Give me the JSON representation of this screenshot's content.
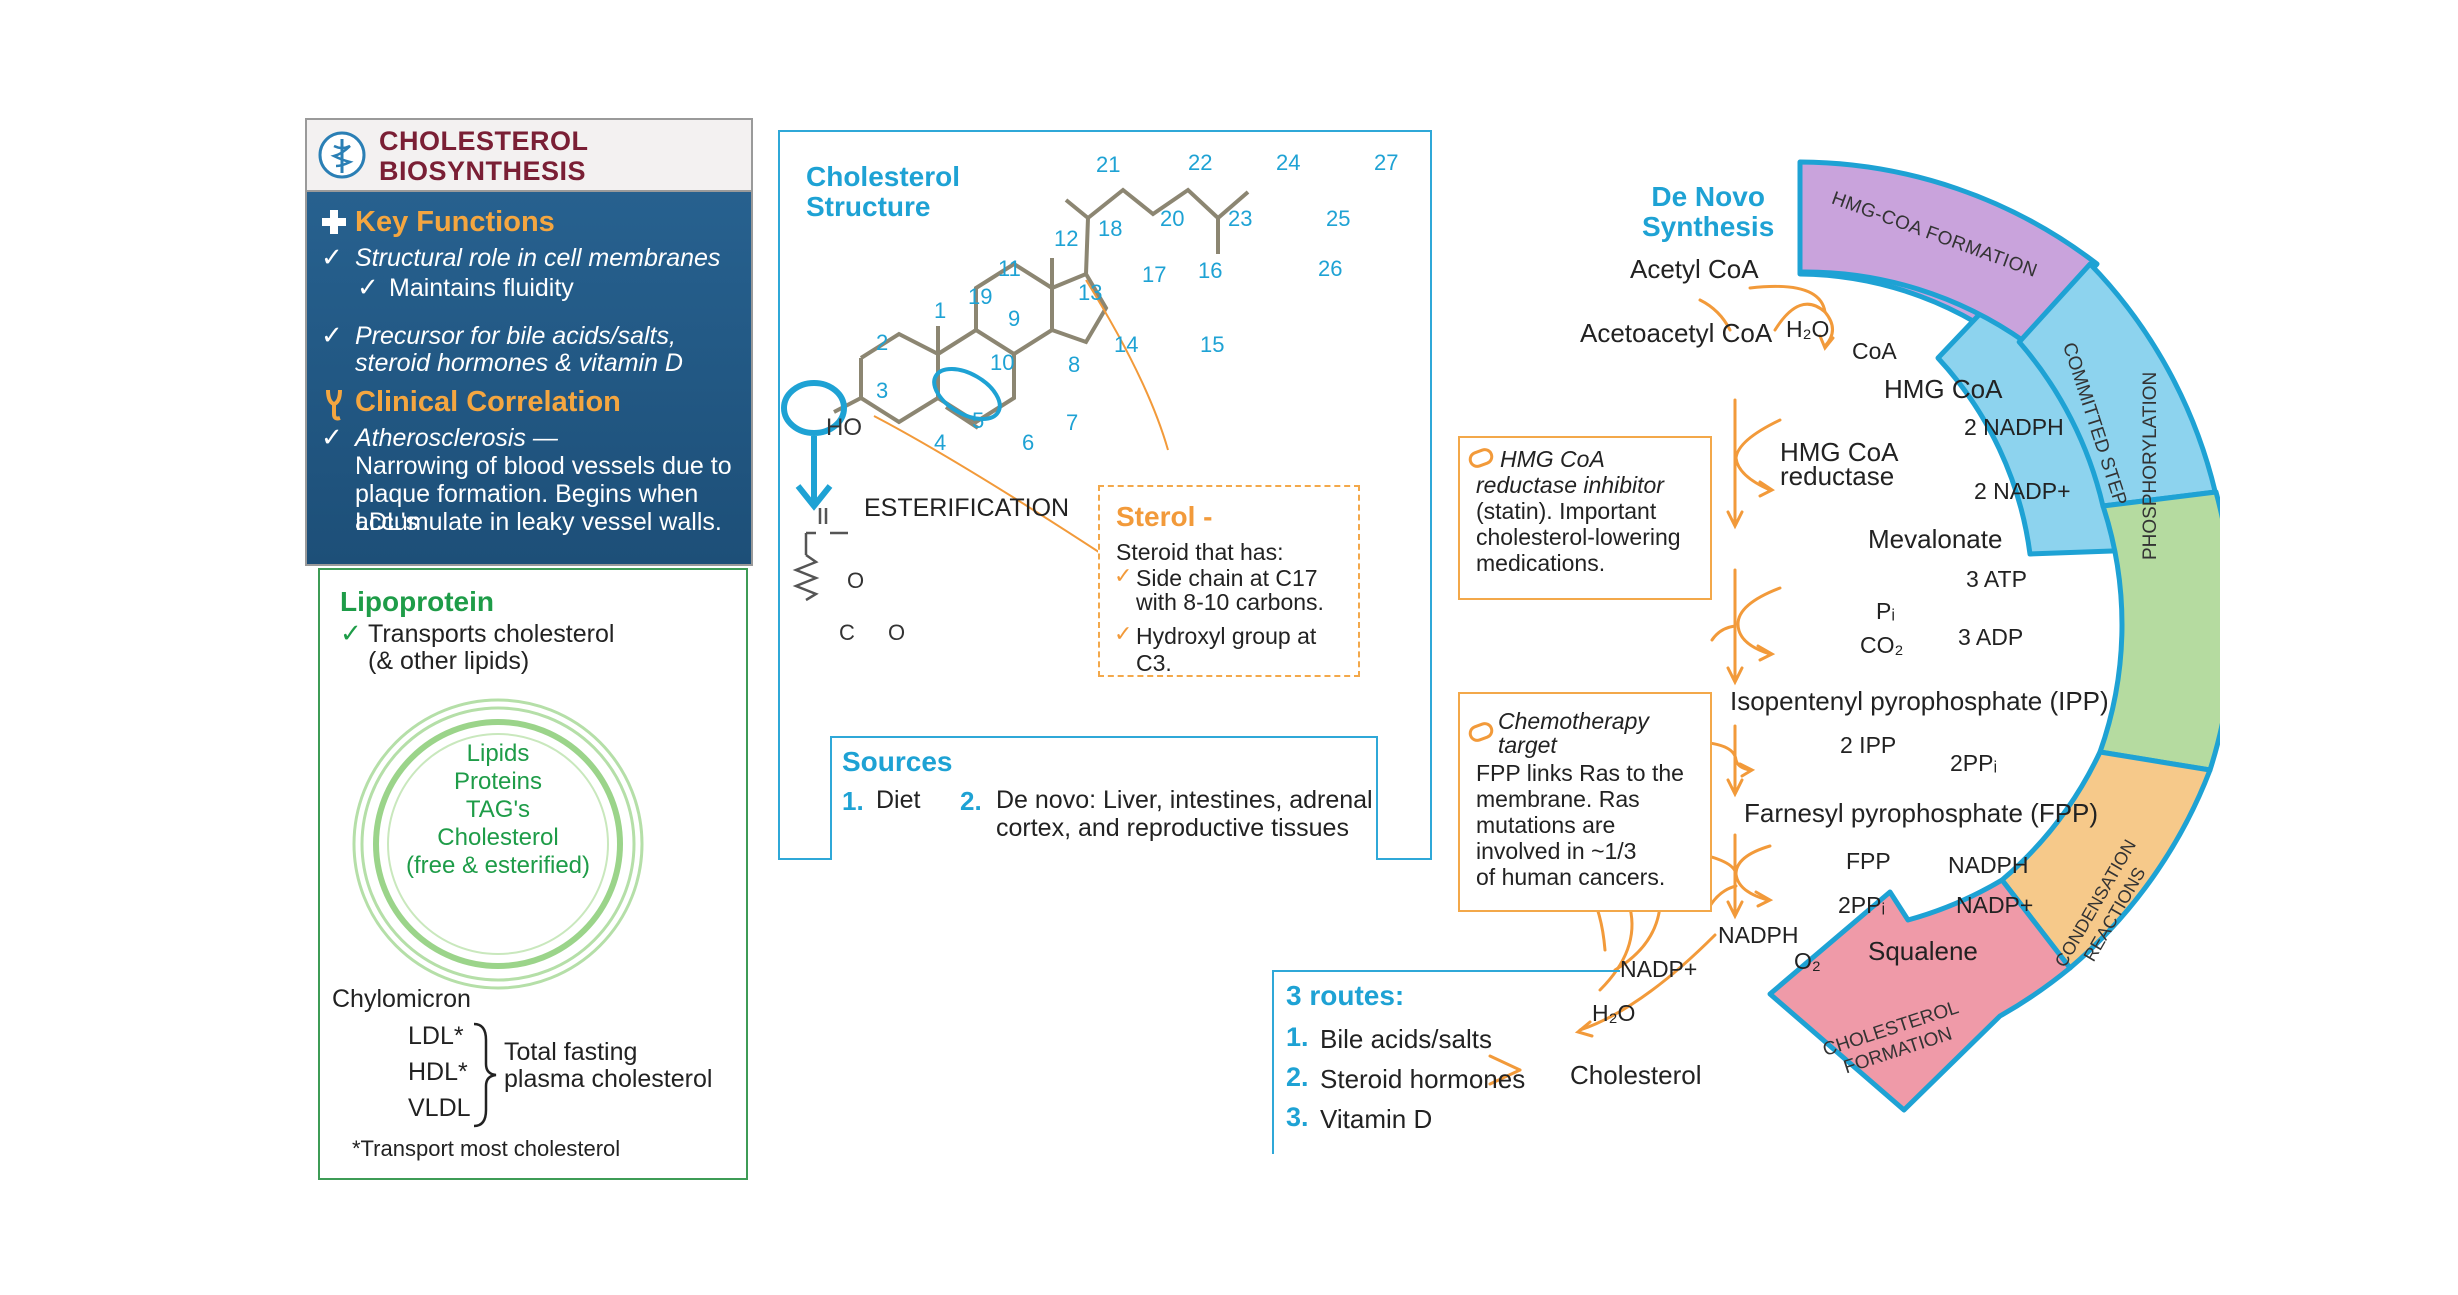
{
  "title": {
    "line1": "CHOLESTEROL",
    "line2": "BIOSYNTHESIS"
  },
  "key_functions": {
    "heading": "Key Functions",
    "items": [
      {
        "text": "Structural role in cell membranes"
      },
      {
        "text": "Maintains fluidity"
      },
      {
        "text": "Precursor for bile acids/salts,"
      },
      {
        "text": "steroid hormones & vitamin D"
      }
    ]
  },
  "clinical": {
    "heading": "Clinical Correlation",
    "item_title": "Atherosclerosis —",
    "lines": [
      "Narrowing of blood vessels due to",
      "plaque formation. Begins when LDL's",
      "accumulate in leaky vessel walls."
    ]
  },
  "lipoprotein": {
    "heading": "Lipoprotein",
    "check_line1": "Transports cholesterol",
    "check_line2": "(& other lipids)",
    "circle_lines": [
      "Lipids",
      "Proteins",
      "TAG's",
      "Cholesterol",
      "(free & esterified)"
    ],
    "chylomicron": "Chylomicron",
    "types": [
      "LDL*",
      "HDL*",
      "VLDL"
    ],
    "brace_label_line1": "Total fasting",
    "brace_label_line2": "plasma cholesterol",
    "footnote": "*Transport most cholesterol"
  },
  "structure": {
    "title_line1": "Cholesterol",
    "title_line2": "Structure",
    "carbon_numbers": [
      "1",
      "2",
      "3",
      "4",
      "5",
      "6",
      "7",
      "8",
      "9",
      "10",
      "11",
      "12",
      "13",
      "14",
      "15",
      "16",
      "17",
      "18",
      "19",
      "20",
      "21",
      "22",
      "23",
      "24",
      "25",
      "26",
      "27"
    ],
    "ho_label": "HO",
    "esterification": "ESTERIFICATION",
    "ester_o_top": "O",
    "ester_c": "C",
    "ester_o_right": "O",
    "sterol_title": "Sterol -",
    "sterol_line1": "Steroid that has:",
    "sterol_line2": "Side chain at C17",
    "sterol_line3": "with 8-10 carbons.",
    "sterol_line4": "Hydroxyl group at C3."
  },
  "sources": {
    "heading": "Sources",
    "item1_num": "1.",
    "item1": "Diet",
    "item2_num": "2.",
    "item2_line1": "De novo: Liver, intestines, adrenal",
    "item2_line2": "cortex, and reproductive tissues"
  },
  "de_novo": {
    "title_line1": "De Novo",
    "title_line2": "Synthesis",
    "acetyl_coa": "Acetyl CoA",
    "acetoacetyl_coa": "Acetoacetyl CoA",
    "h2o": "H₂O",
    "coa": "CoA",
    "hmg_coa": "HMG CoA",
    "two_nadph": "2 NADPH",
    "two_nadp": "2 NADP+",
    "hmg_reductase_line1": "HMG CoA",
    "hmg_reductase_line2": "reductase",
    "mevalonate": "Mevalonate",
    "three_atp": "3 ATP",
    "pi": "Pᵢ",
    "co2": "CO₂",
    "three_adp": "3 ADP",
    "ipp": "Isopentenyl pyrophosphate (IPP)",
    "two_ipp": "2 IPP",
    "two_ppi": "2PPᵢ",
    "fpp": "Farnesyl pyrophosphate (FPP)",
    "fpp_in": "FPP",
    "nadph": "NADPH",
    "two_ppi_b": "2PPᵢ",
    "nadp": "NADP+",
    "squalene": "Squalene",
    "nadph_b": "NADPH",
    "o2": "O₂",
    "nadp_b": "NADP+",
    "h2o_b": "H₂O",
    "cholesterol": "Cholesterol"
  },
  "statin_note": {
    "line1": "HMG CoA",
    "line2": "reductase inhibitor",
    "line3": "(statin). Important",
    "line4": "cholesterol-lowering",
    "line5": "medications."
  },
  "chemo_note": {
    "line1": "Chemotherapy",
    "line2": "target",
    "line3": "FPP links Ras to the",
    "line4": "membrane. Ras",
    "line5": "mutations are",
    "line6": "involved in ~1/3",
    "line7": "of human cancers."
  },
  "routes": {
    "heading": "3 routes:",
    "items": [
      {
        "num": "1.",
        "label": "Bile acids/salts"
      },
      {
        "num": "2.",
        "label": "Steroid hormones"
      },
      {
        "num": "3.",
        "label": "Vitamin D"
      }
    ]
  },
  "arc_stages": [
    {
      "label": "HMG-COA FORMATION",
      "color": "#c9a3dc"
    },
    {
      "label": "COMMITTED STEP",
      "color": "#8dd3ee"
    },
    {
      "label": "PHOSPHORYLATION",
      "color": "#b5dba0"
    },
    {
      "label_line1": "CONDENSATION",
      "label_line2": "REACTIONS",
      "color": "#f6c98a"
    },
    {
      "label_line1": "CHOLESTEROL",
      "label_line2": "FORMATION",
      "color": "#ef9aa8"
    }
  ],
  "colors": {
    "blue_accent": "#1ea2d4",
    "orange_accent": "#f29a3a",
    "green_accent": "#1e9c48",
    "maroon_title": "#7a1f35",
    "card_blue": "#23598a"
  }
}
